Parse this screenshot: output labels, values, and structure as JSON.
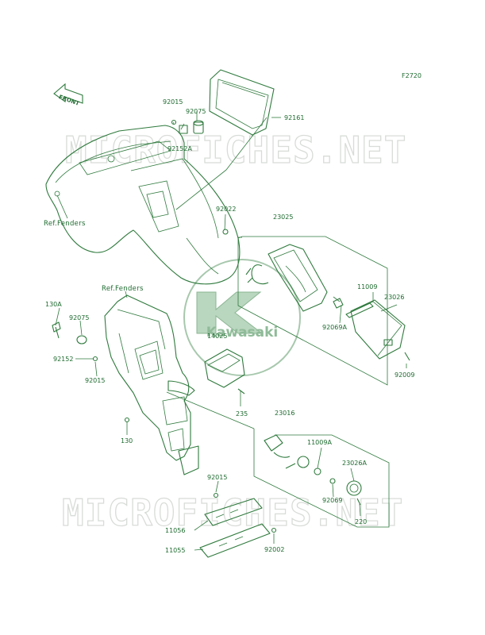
{
  "figure_code": "F2720",
  "front_marker": "FRONT",
  "watermark_text": "MICROFICHES.NET",
  "logo_text": "Kawasaki",
  "colors": {
    "line": "#2f7a3d",
    "label": "#1e6b2f",
    "watermark": "#d8dcd8",
    "logo": "#6fa27a"
  },
  "refs": {
    "fenders_top": "Ref.Fenders",
    "fenders_mid": "Ref.Fenders"
  },
  "parts": {
    "p92015_a": "92015",
    "p92075_a": "92075",
    "p92152A": "92152A",
    "p92161": "92161",
    "p92022": "92022",
    "p23025": "23025",
    "p11009": "11009",
    "p23026": "23026",
    "p92069A": "92069A",
    "p92009": "92009",
    "p130A": "130A",
    "p92075_b": "92075",
    "p92152": "92152",
    "p92015_b": "92015",
    "p14025": "14025",
    "p235": "235",
    "p23016": "23016",
    "p130": "130",
    "p11009A": "11009A",
    "p23026A": "23026A",
    "p92069": "92069",
    "p220": "220",
    "p92015_c": "92015",
    "p11056": "11056",
    "p11055": "11055",
    "p92002": "92002"
  }
}
